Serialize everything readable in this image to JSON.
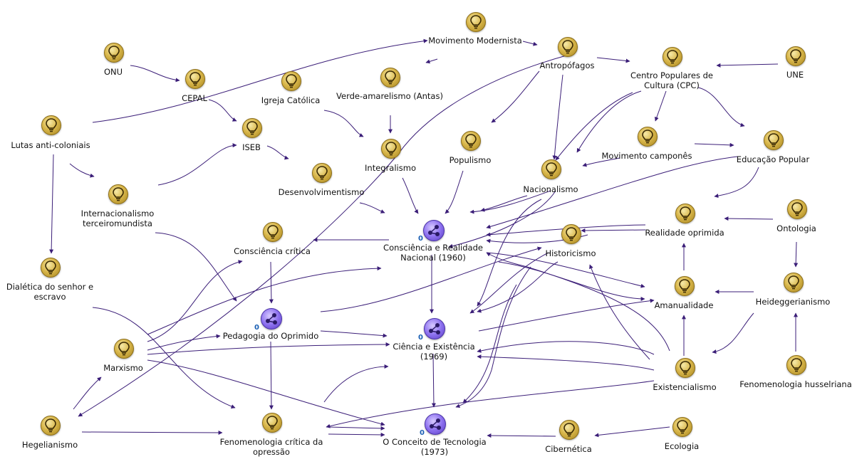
{
  "colors": {
    "edge": "#3b1e78",
    "idea_icon": "#d8b64a",
    "hub_icon": "#8e72f0",
    "count": "#1a5fb4"
  },
  "hubs": {
    "consciencia": {
      "label": "Consciência e Realidade\nNacional (1960)",
      "count": "0",
      "icon": "hub-network-icon"
    },
    "ciencia": {
      "label": "Ciência e Existência\n(1969)",
      "count": "0",
      "icon": "hub-network-icon"
    },
    "pedagogia": {
      "label": "Pedagogia do Oprimido",
      "count": "0",
      "icon": "hub-network-icon"
    },
    "conceito": {
      "label": "O Conceito de Tecnologia\n(1973)",
      "count": "0",
      "icon": "hub-network-icon"
    }
  },
  "ideas": {
    "movimento_modernista": "Movimento Modernista",
    "onu": "ONU",
    "cepal": "CEPAL",
    "igreja": "Igreja Católica",
    "verde_amarelismo": "Verde-amarelismo (Antas)",
    "antropofagos": "Antropófagos",
    "cpc": "Centro Populares de\nCultura (CPC)",
    "une": "UNE",
    "lutas": "Lutas anti-coloniais",
    "iseb": "ISEB",
    "integralismo": "Integralismo",
    "populismo": "Populismo",
    "movimento_campones": "Movimento camponês",
    "educacao_popular": "Educação Popular",
    "desenvolvimentismo": "Desenvolvimentismo",
    "nacionalismo": "Nacionalismo",
    "internacionalismo": "Internacionalismo\nterceiromundista",
    "realidade_oprimida": "Realidade oprimida",
    "ontologia": "Ontologia",
    "consciencia_critica": "Consciência crítica",
    "historicismo": "Historicismo",
    "dialetica": "Dialética do senhor e\nescravo",
    "amanualidade": "Amanualidade",
    "heideggerianismo": "Heideggerianismo",
    "marxismo": "Marxismo",
    "existencialismo": "Existencialismo",
    "fenomenologia_husserliana": "Fenomenologia husselriana",
    "hegelianismo": "Hegelianismo",
    "fenomenologia_critica": "Fenomenologia crítica da\nopressão",
    "cibernetica": "Cibernética",
    "ecologia": "Ecologia"
  },
  "icon_name": "lightbulb-icon"
}
